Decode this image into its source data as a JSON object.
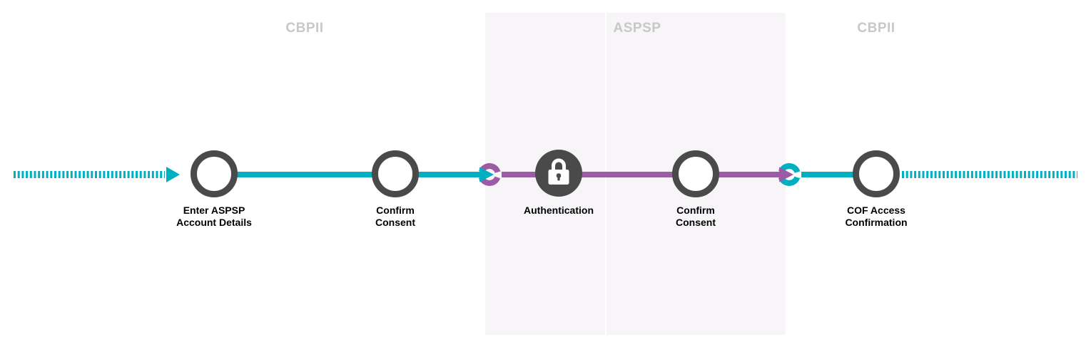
{
  "sections": [
    {
      "label": "CBPII"
    },
    {
      "label": "ASPSP"
    },
    {
      "label": "CBPII"
    }
  ],
  "steps": [
    {
      "label": "Enter ASPSP\nAccount Details",
      "node": "outline-circle"
    },
    {
      "label": "Confirm\nConsent",
      "node": "outline-circle"
    },
    {
      "label": "Authentication",
      "node": "filled-circle",
      "icon": "lock-icon"
    },
    {
      "label": "Confirm\nConsent",
      "node": "outline-circle"
    },
    {
      "label": "COF Access\nConfirmation",
      "node": "outline-circle"
    }
  ],
  "colors": {
    "teal": "#00AFC0",
    "purple": "#9B5BA5",
    "node_dark": "#4A4A4A",
    "section_label": "#C8C8C8",
    "panel_bg": "#F7F5F8",
    "step_label": "#000000",
    "background": "#FFFFFF"
  }
}
